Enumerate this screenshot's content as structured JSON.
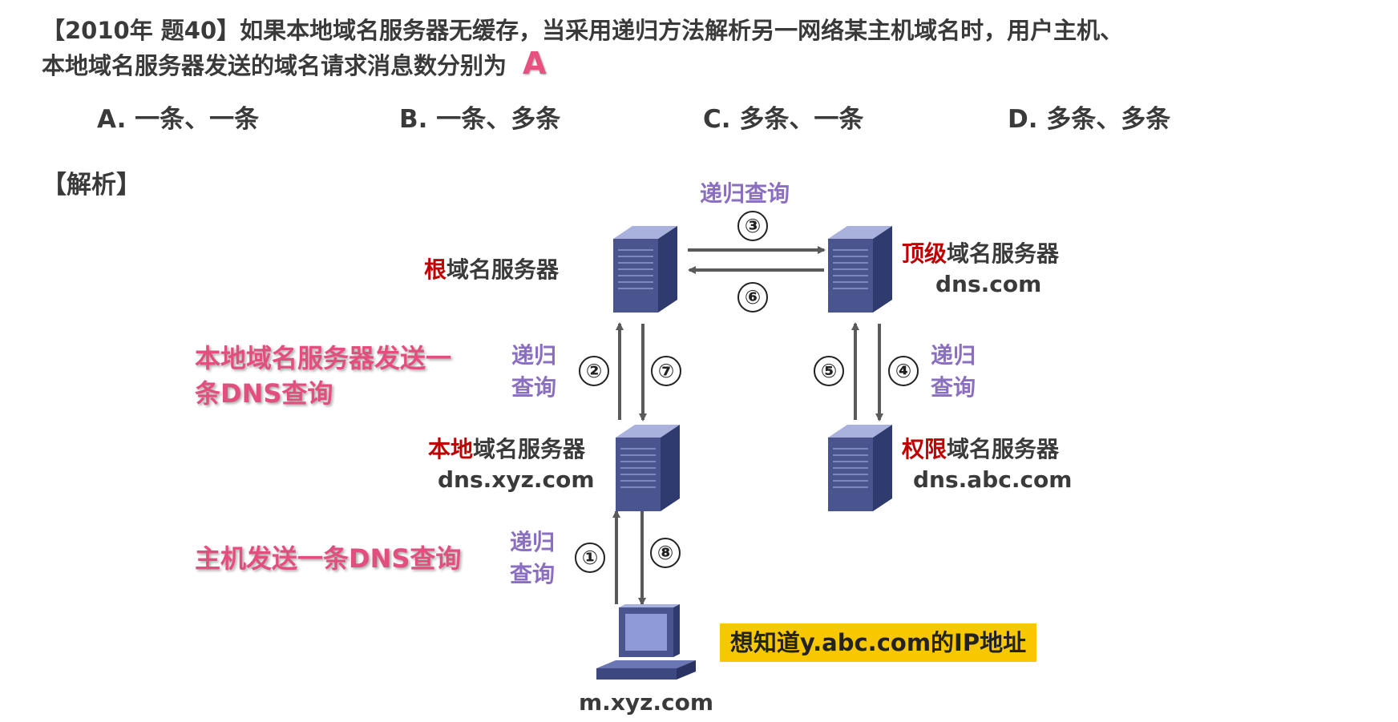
{
  "question": {
    "line1": "【2010年 题40】如果本地域名服务器无缓存，当采用递归方法解析另一网络某主机域名时，用户主机、",
    "line2": "本地域名服务器发送的域名请求消息数分别为",
    "answer": "A"
  },
  "options": [
    {
      "text": "A. 一条、一条"
    },
    {
      "text": "B. 一条、多条"
    },
    {
      "text": "C. 多条、一条"
    },
    {
      "text": "D. 多条、多条"
    }
  ],
  "section_title": "【解析】",
  "diagram": {
    "top_query_label": "递归查询",
    "root_server": {
      "prefix": "根",
      "suffix": "域名服务器"
    },
    "tld_server": {
      "prefix": "顶级",
      "suffix": "域名服务器",
      "domain": "dns.com"
    },
    "local_server": {
      "prefix": "本地",
      "suffix": "域名服务器",
      "domain": "dns.xyz.com"
    },
    "auth_server": {
      "prefix": "权限",
      "suffix": "域名服务器",
      "domain": "dns.abc.com"
    },
    "host": {
      "domain": "m.xyz.com"
    },
    "left_mid_label_line1": "递归",
    "left_mid_label_line2": "查询",
    "right_mid_label_line1": "递归",
    "right_mid_label_line2": "查询",
    "bottom_label_line1": "递归",
    "bottom_label_line2": "查询",
    "note_local": {
      "line1": "本地域名服务器发送一",
      "line2": "条DNS查询"
    },
    "note_host": "主机发送一条DNS查询",
    "highlight": "想知道y.abc.com的IP地址",
    "steps": [
      "①",
      "②",
      "③",
      "④",
      "⑤",
      "⑥",
      "⑦",
      "⑧"
    ]
  },
  "colors": {
    "purple": "#8a6fc0",
    "red": "#c00000",
    "pink": "#e24f7e",
    "highlight_bg": "#f7c800",
    "server_blue": "#4a5590"
  }
}
